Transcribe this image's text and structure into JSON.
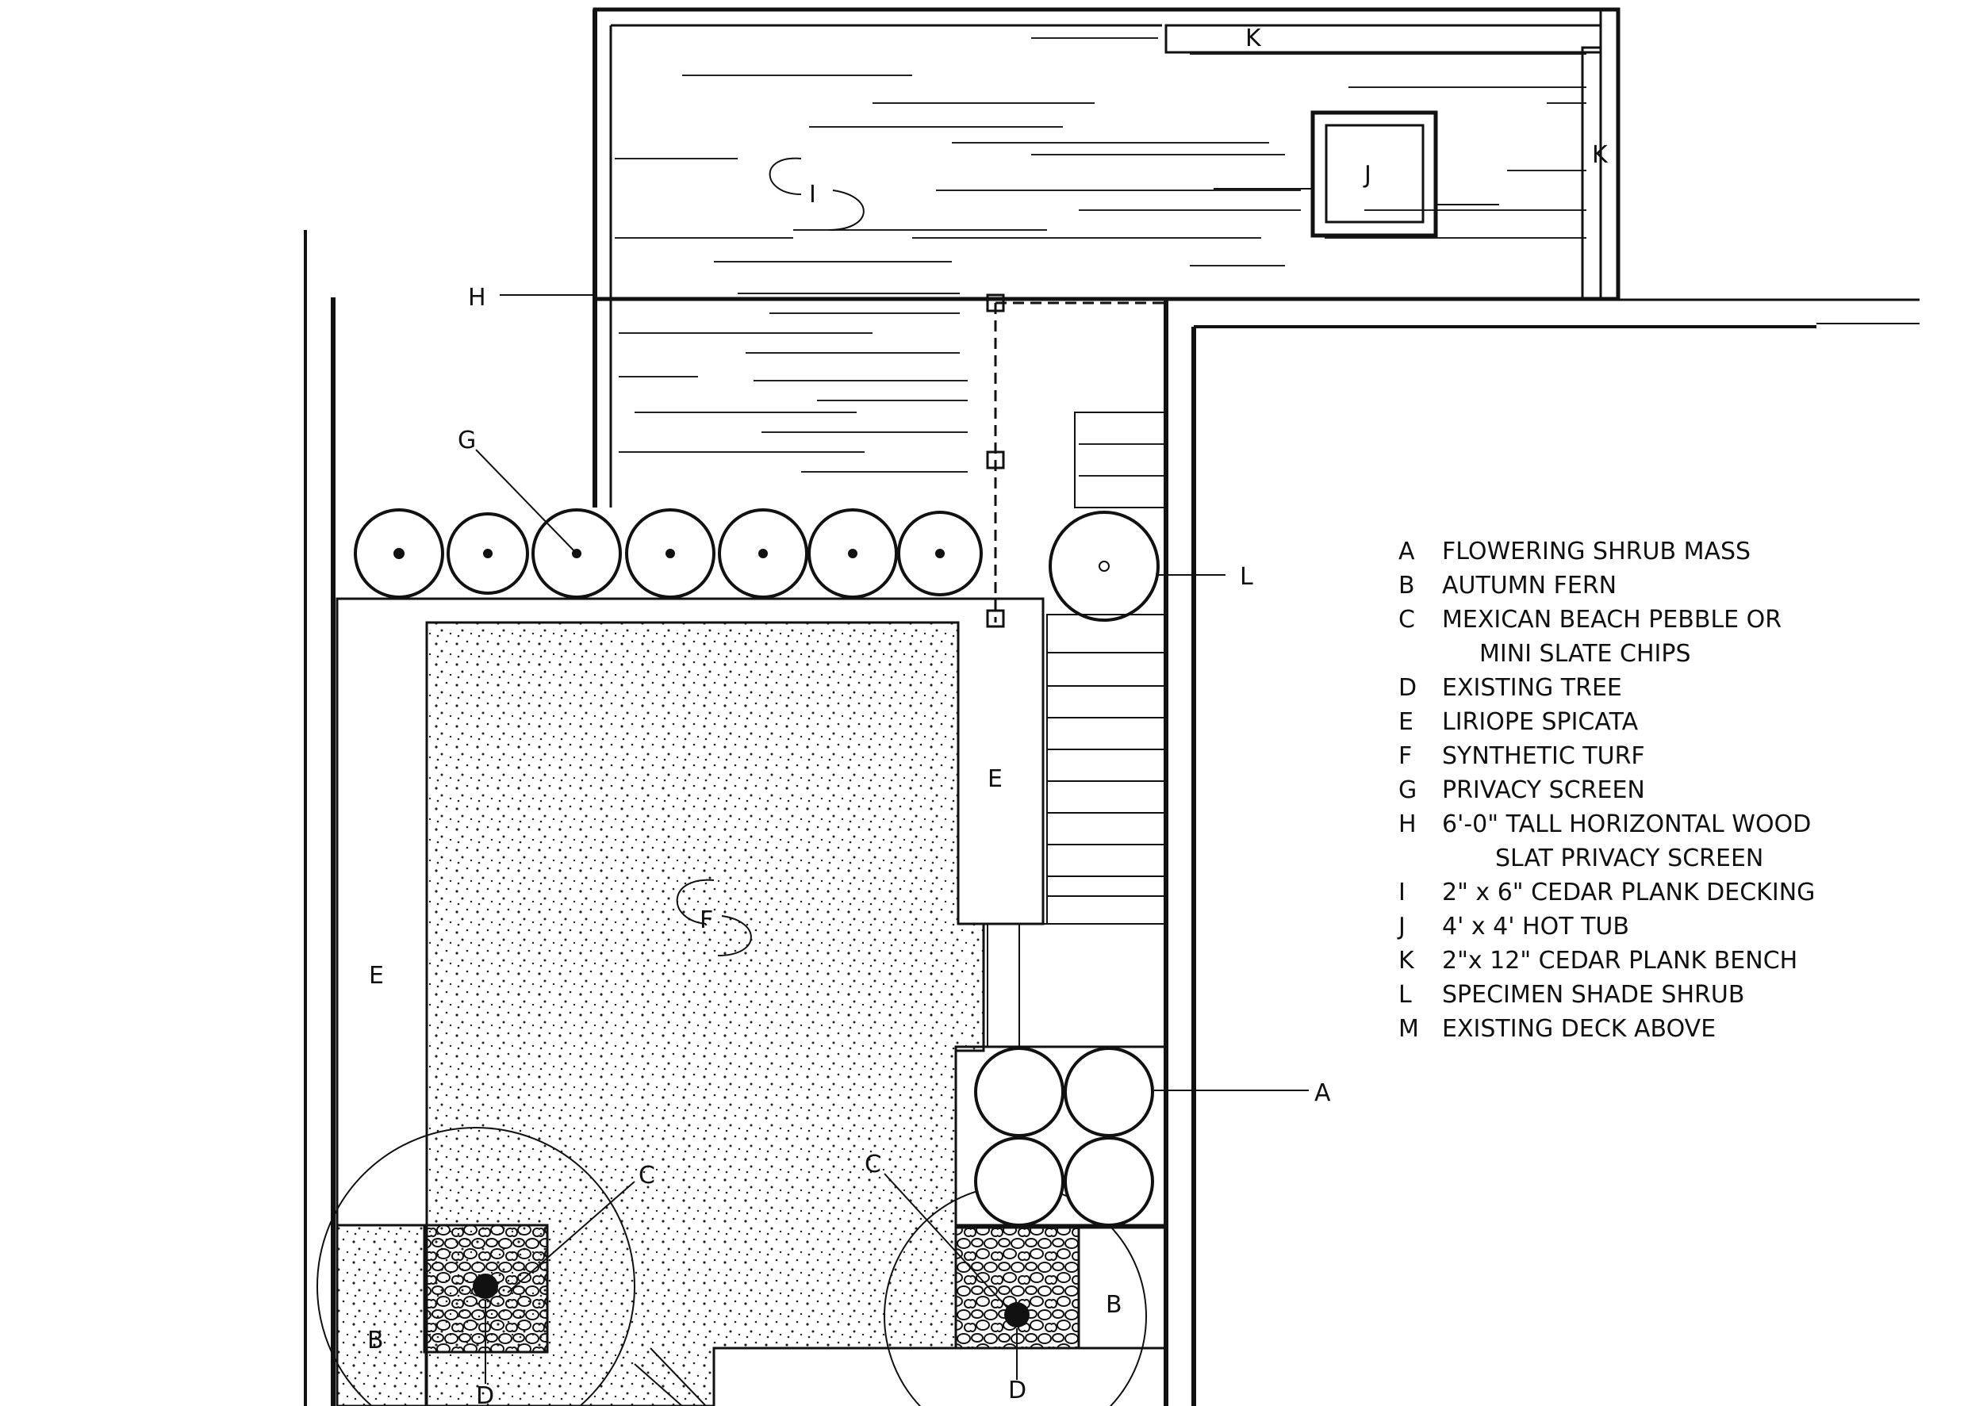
{
  "plan_labels": {
    "A": "A",
    "B": "B",
    "C": "C",
    "D": "D",
    "E": "E",
    "F": "F",
    "G": "G",
    "H": "H",
    "I": "I",
    "J": "J",
    "K": "K",
    "L": "L"
  },
  "legend": [
    {
      "key": "A",
      "text": "FLOWERING SHRUB MASS"
    },
    {
      "key": "B",
      "text": "AUTUMN FERN"
    },
    {
      "key": "C",
      "text": "MEXICAN BEACH PEBBLE OR"
    },
    {
      "key": "",
      "text": "MINI SLATE CHIPS"
    },
    {
      "key": "D",
      "text": "EXISTING TREE"
    },
    {
      "key": "E",
      "text": "LIRIOPE SPICATA"
    },
    {
      "key": "F",
      "text": "SYNTHETIC TURF"
    },
    {
      "key": "G",
      "text": "PRIVACY SCREEN"
    },
    {
      "key": "H",
      "text": "6'-0\" TALL HORIZONTAL WOOD"
    },
    {
      "key": "",
      "text": "SLAT PRIVACY SCREEN"
    },
    {
      "key": "I",
      "text": "2\" x 6\" CEDAR PLANK DECKING"
    },
    {
      "key": "J",
      "text": "4' x 4' HOT TUB"
    },
    {
      "key": "K",
      "text": "2\"x 12\" CEDAR PLANK BENCH"
    },
    {
      "key": "L",
      "text": "SPECIMEN SHADE SHRUB"
    },
    {
      "key": "M",
      "text": "EXISTING DECK ABOVE"
    }
  ]
}
